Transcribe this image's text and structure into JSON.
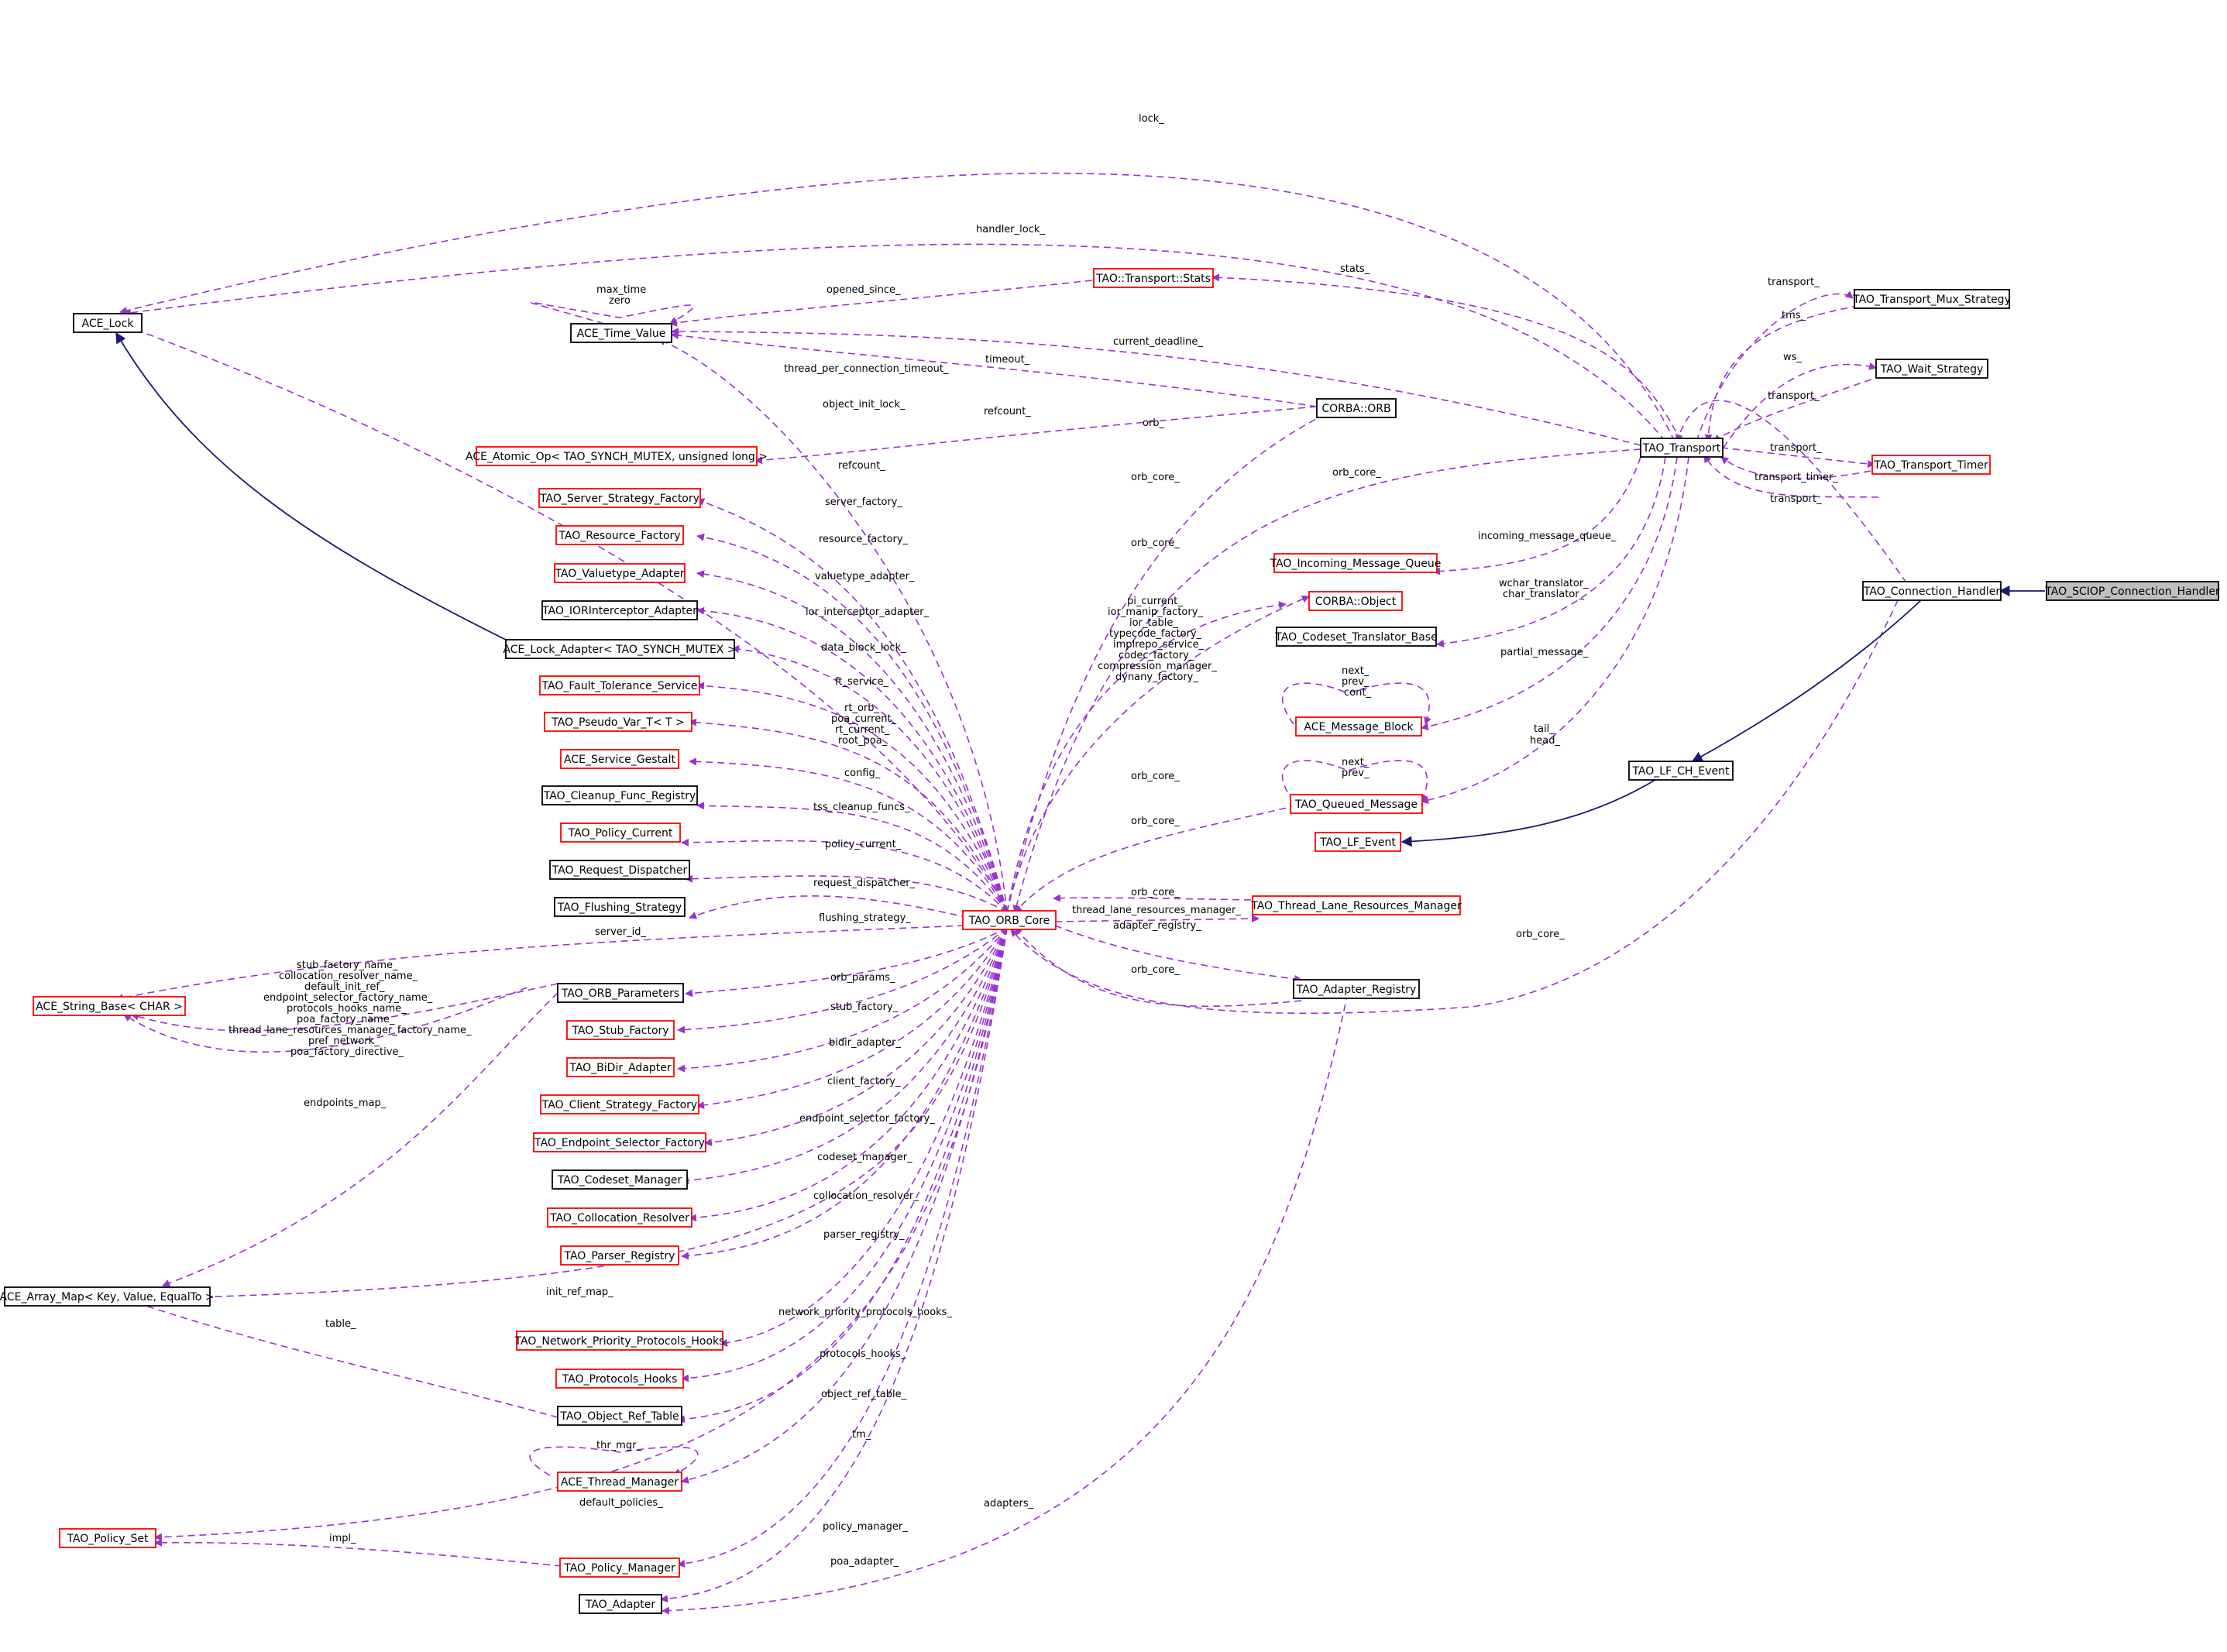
{
  "nodes": {
    "ace_lock": "ACE_Lock",
    "ace_time_value": "ACE_Time_Value",
    "tao_transport_stats": "TAO::Transport::Stats",
    "tao_transport_mux_strategy": "TAO_Transport_Mux_Strategy",
    "tao_wait_strategy": "TAO_Wait_Strategy",
    "corba_orb": "CORBA::ORB",
    "ace_atomic_op": "ACE_Atomic_Op< TAO_SYNCH_MUTEX, unsigned long >",
    "tao_transport": "TAO_Transport",
    "tao_transport_timer": "TAO_Transport_Timer",
    "tao_server_strategy_factory": "TAO_Server_Strategy_Factory",
    "tao_resource_factory": "TAO_Resource_Factory",
    "tao_incoming_message_queue": "TAO_Incoming_Message_Queue",
    "tao_valuetype_adapter": "TAO_Valuetype_Adapter",
    "tao_sciop_connection_handler": "TAO_SCIOP_Connection_Handler",
    "tao_connection_handler": "TAO_Connection_Handler",
    "corba_object": "CORBA::Object",
    "tao_iorinterceptor_adapter": "TAO_IORInterceptor_Adapter",
    "tao_codeset_translator_base": "TAO_Codeset_Translator_Base",
    "ace_lock_adapter": "ACE_Lock_Adapter< TAO_SYNCH_MUTEX >",
    "tao_fault_tolerance_service": "TAO_Fault_Tolerance_Service",
    "tao_pseudo_var": "TAO_Pseudo_Var_T< T >",
    "ace_message_block": "ACE_Message_Block",
    "ace_service_gestalt": "ACE_Service_Gestalt",
    "tao_lf_ch_event": "TAO_LF_CH_Event",
    "tao_cleanup_func_registry": "TAO_Cleanup_Func_Registry",
    "tao_queued_message": "TAO_Queued_Message",
    "tao_policy_current": "TAO_Policy_Current",
    "tao_lf_event": "TAO_LF_Event",
    "tao_request_dispatcher": "TAO_Request_Dispatcher",
    "tao_thread_lane_resources_manager": "TAO_Thread_Lane_Resources_Manager",
    "tao_flushing_strategy": "TAO_Flushing_Strategy",
    "tao_orb_core": "TAO_ORB_Core",
    "ace_string_base": "ACE_String_Base< CHAR >",
    "tao_adapter_registry": "TAO_Adapter_Registry",
    "tao_orb_parameters": "TAO_ORB_Parameters",
    "tao_stub_factory": "TAO_Stub_Factory",
    "tao_bidir_adapter": "TAO_BiDir_Adapter",
    "tao_client_strategy_factory": "TAO_Client_Strategy_Factory",
    "tao_endpoint_selector_factory": "TAO_Endpoint_Selector_Factory",
    "tao_codeset_manager": "TAO_Codeset_Manager",
    "tao_collocation_resolver": "TAO_Collocation_Resolver",
    "tao_parser_registry": "TAO_Parser_Registry",
    "ace_array_map": "ACE_Array_Map< Key, Value, EqualTo >",
    "tao_network_priority_protocols_hooks": "TAO_Network_Priority_Protocols_Hooks",
    "tao_protocols_hooks": "TAO_Protocols_Hooks",
    "tao_object_ref_table": "TAO_Object_Ref_Table",
    "ace_thread_manager": "ACE_Thread_Manager",
    "tao_policy_set": "TAO_Policy_Set",
    "tao_policy_manager": "TAO_Policy_Manager",
    "tao_adapter": "TAO_Adapter"
  },
  "labels": {
    "lock": "lock_",
    "handler_lock": "handler_lock_",
    "max_time_zero_1": "max_time",
    "max_time_zero_2": "zero",
    "opened_since": "opened_since_",
    "stats": "stats_",
    "transport_mux": "transport_",
    "tms": "tms_",
    "current_deadline": "current_deadline_",
    "ws": "ws_",
    "transport_ws": "transport_",
    "thread_per_connection_timeout": "thread_per_connection_timeout_",
    "timeout": "timeout_",
    "object_init_lock": "object_init_lock_",
    "refcount_orb": "refcount_",
    "orb": "orb_",
    "transport_timer_1": "transport_",
    "transport_timer_2": "transport_timer_",
    "refcount": "refcount_",
    "orb_core_transport": "orb_core_",
    "transport_ch": "transport_",
    "orb_core_1": "orb_core_",
    "server_factory": "server_factory_",
    "resource_factory": "resource_factory_",
    "orb_core_2": "orb_core_",
    "incoming_message_queue": "incoming_message_queue_",
    "valuetype_adapter": "valuetype_adapter_",
    "wchar_translator": "wchar_translator_",
    "char_translator": "char_translator_",
    "pi_current_1": "pi_current_",
    "pi_current_2": "ior_manip_factory_",
    "pi_current_3": "ior_table_",
    "pi_current_4": "typecode_factory_",
    "pi_current_5": "implrepo_service_",
    "pi_current_6": "codec_factory_",
    "pi_current_7": "compression_manager_",
    "pi_current_8": "dynany_factory_",
    "ior_interceptor_adapter": "ior_interceptor_adapter_",
    "data_block_lock": "data_block_lock_",
    "partial_message": "partial_message_",
    "next_prev_cont_1": "next_",
    "next_prev_cont_2": "prev_",
    "next_prev_cont_3": "cont_",
    "ft_service": "ft_service_",
    "rt_orb_1": "rt_orb_",
    "rt_orb_2": "poa_current_",
    "rt_orb_3": "rt_current_",
    "rt_orb_4": "root_poa_",
    "tail_head_1": "tail_",
    "tail_head_2": "head_",
    "config": "config_",
    "orb_core_3": "orb_core_",
    "next_prev_1": "next_",
    "next_prev_2": "prev_",
    "tss_cleanup_funcs": "tss_cleanup_funcs_",
    "orb_core_4": "orb_core_",
    "policy_current": "policy_current_",
    "request_dispatcher": "request_dispatcher_",
    "orb_core_5": "orb_core_",
    "thread_lane_resources_manager": "thread_lane_resources_manager_",
    "flushing_strategy": "flushing_strategy_",
    "adapter_registry": "adapter_registry_",
    "server_id": "server_id_",
    "orb_core_ch": "orb_core_",
    "orb_core_6": "orb_core_",
    "string_1": "stub_factory_name_",
    "string_2": "collocation_resolver_name_",
    "string_3": "default_init_ref_",
    "string_4": "endpoint_selector_factory_name_",
    "string_5": "protocols_hooks_name_",
    "string_6": "poa_factory_name_",
    "string_7": "thread_lane_resources_manager_factory_name_",
    "string_8": "pref_network_",
    "string_9": "poa_factory_directive_",
    "orb_params": "orb_params_",
    "stub_factory": "stub_factory_",
    "bidir_adapter": "bidir_adapter_",
    "endpoints_map": "endpoints_map_",
    "client_factory": "client_factory_",
    "endpoint_selector_factory": "endpoint_selector_factory_",
    "codeset_manager": "codeset_manager_",
    "collocation_resolver": "collocation_resolver_",
    "parser_registry": "parser_registry_",
    "init_ref_map": "init_ref_map_",
    "table": "table_",
    "network_priority_protocols_hooks": "network_priority_protocols_hooks_",
    "protocols_hooks": "protocols_hooks_",
    "object_ref_table": "object_ref_table_",
    "tm": "tm_",
    "thr_mgr": "thr_mgr_",
    "default_policies": "default_policies_",
    "adapters": "adapters_",
    "policy_manager": "policy_manager_",
    "impl": "impl_",
    "poa_adapter": "poa_adapter_"
  }
}
